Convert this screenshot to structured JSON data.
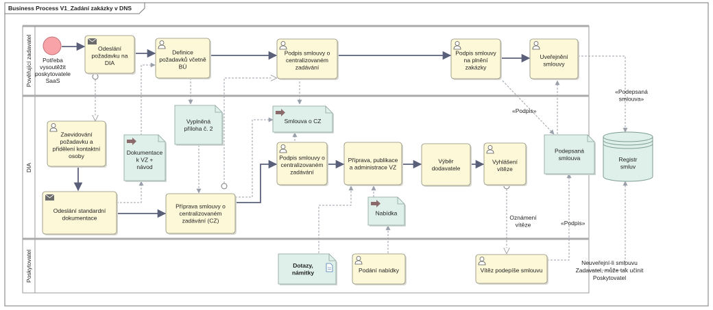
{
  "diagram": {
    "title": "Business Process V1_Zadání zakázky v DNS",
    "lanes": {
      "zadavatel": "Pověřující zadavatel",
      "dia": "DIA",
      "poskytovatel": "Poskytovatel"
    },
    "start_event": [
      "Potřeba",
      "vysoutěžit",
      "poskytovatele",
      "SaaS"
    ],
    "tasks": {
      "odeslani_pozadavku": [
        "Odeslání",
        "požadavku na",
        "DIA"
      ],
      "definice_pozadavku": [
        "Definice",
        "požadavků včetně",
        "BÚ"
      ],
      "podpis_cz_top": [
        "Podpis smlouvy o",
        "centralizovaném",
        "zadávání"
      ],
      "podpis_plneni": [
        "Podpis smlouvy",
        "na plnění",
        "zakázky"
      ],
      "uverejneni": [
        "Uveřejnění",
        "smlouvy"
      ],
      "zaevidovani": [
        "Zaevidování",
        "požadavku a",
        "přidělení kontaktní",
        "osoby"
      ],
      "odeslani_dokumentace": [
        "Odeslání standardní",
        "dokumentace"
      ],
      "priprava_smlouvy": [
        "Příprava smlouvy o",
        "centralizovaném",
        "zadávání (CZ)"
      ],
      "podpis_cz_dia": [
        "Podpis smlouvy o",
        "centralizovaném",
        "zadávání"
      ],
      "priprava_vz": [
        "Příprava, publikace",
        "a administrace VZ"
      ],
      "vyber": [
        "Výběr",
        "dodavatele"
      ],
      "vyhlaseni": [
        "Vyhlášení",
        "vítěze"
      ],
      "vitez_podepise": [
        "Vítěz podepíše smlouvu"
      ],
      "podani_nabidky": [
        "Podání nabídky"
      ]
    },
    "artifacts": {
      "vyplnena_priloha": [
        "Vyplněná",
        "příloha č. 2"
      ],
      "dokumentace_vz": [
        "Dokumentace",
        "k VZ +",
        "návod"
      ],
      "smlouva_cz": [
        "Smlouva o CZ"
      ],
      "nabidka": [
        "Nabídka"
      ],
      "podepsana_smlouva": [
        "Podepsaná",
        "smlouva"
      ],
      "dotazy": [
        "Dotazy,",
        "námitky"
      ]
    },
    "datastore": [
      "Registr",
      "smluv"
    ],
    "labels": {
      "podpis_1": "«Podpis»",
      "podpis_2": "«Podpis»",
      "podepsana_smlouva_flow": [
        "«Podepsaná",
        "smlouva»"
      ],
      "oznameni_viteze": [
        "Oznámení",
        "vítěze"
      ],
      "note": [
        "Neuveřejní-li smlouvu",
        "Zadavatel, může tak učinit",
        "Poskytovatel"
      ]
    },
    "colors": {
      "task_fill": "#fdf8d8",
      "task_stroke": "#8a8a78",
      "artifact_fill": "#dff0ea",
      "start_fill": "#f7a3a8",
      "datastore_fill": "#dff0ea",
      "flow": "#5a607a"
    }
  }
}
